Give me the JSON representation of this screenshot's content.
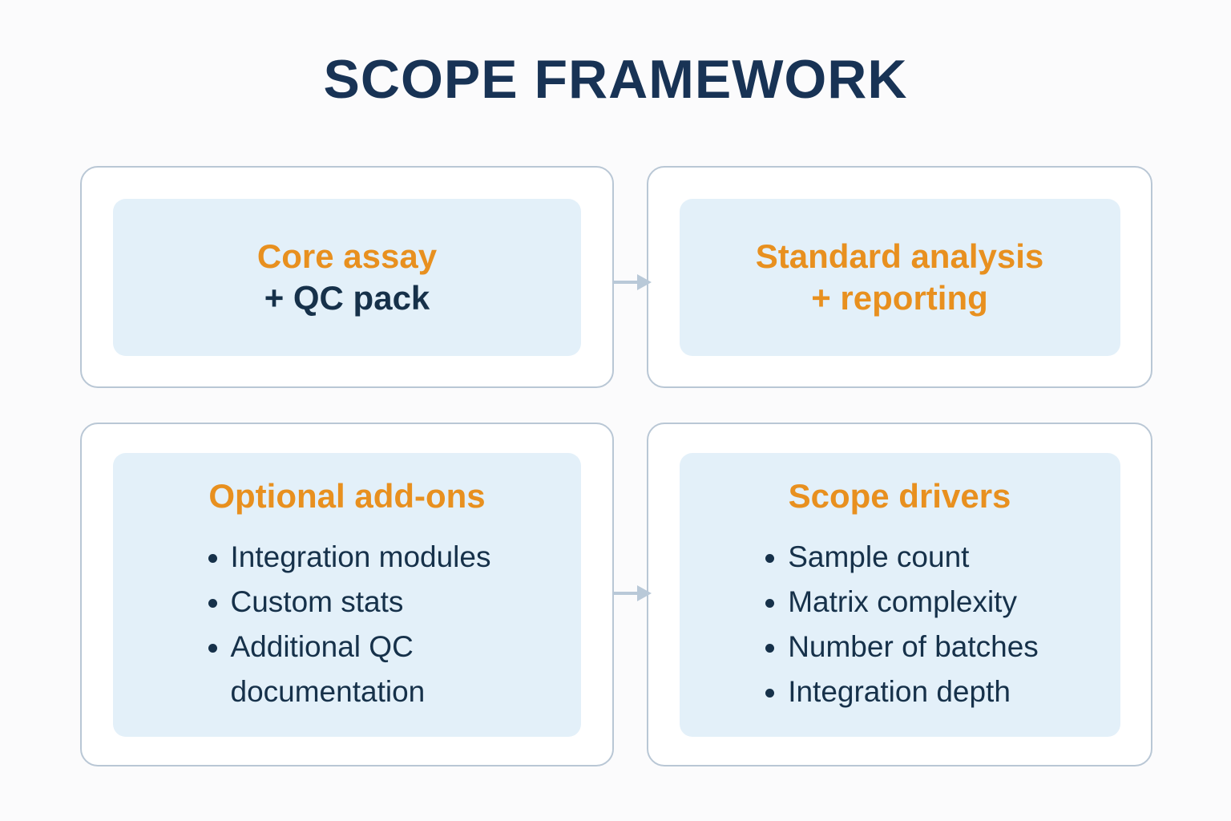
{
  "page": {
    "title": "SCOPE FRAMEWORK",
    "background_color": "#fbfbfc",
    "accent_color": "#e8901f",
    "navy_color": "#16314a",
    "panel_color": "#e3f0f9",
    "border_color": "#b9c7d5",
    "arrow_color": "#b9c9d8"
  },
  "cards": {
    "core_assay": {
      "heading": "Core assay",
      "subline": "+ QC pack"
    },
    "standard_analysis": {
      "heading": "Standard analysis",
      "subline": "+ reporting"
    },
    "optional_addons": {
      "heading": "Optional add-ons",
      "items": [
        "Integration modules",
        "Custom stats",
        "Additional QC documentation"
      ]
    },
    "scope_drivers": {
      "heading": "Scope drivers",
      "items": [
        "Sample count",
        "Matrix complexity",
        "Number of batches",
        "Integration depth"
      ]
    }
  },
  "connectors": [
    {
      "name": "arrow-core-to-standard",
      "direction": "right"
    },
    {
      "name": "arrow-addons-to-drivers",
      "direction": "right"
    }
  ]
}
